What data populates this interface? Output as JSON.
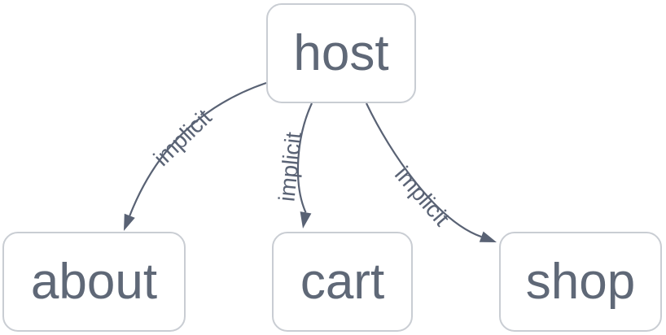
{
  "diagram": {
    "type": "graph",
    "background": "#ffffff",
    "colors": {
      "node_fill": "#ffffff",
      "node_border": "#c9cdd3",
      "node_text": "#5f6877",
      "edge": "#596274",
      "edge_label_text": "#5a6375"
    },
    "nodes": [
      {
        "id": "host",
        "label": "host"
      },
      {
        "id": "about",
        "label": "about"
      },
      {
        "id": "cart",
        "label": "cart"
      },
      {
        "id": "shop",
        "label": "shop"
      }
    ],
    "edges": [
      {
        "from": "host",
        "to": "about",
        "label": "implicit"
      },
      {
        "from": "host",
        "to": "cart",
        "label": "implicit"
      },
      {
        "from": "host",
        "to": "shop",
        "label": "implicit"
      }
    ]
  }
}
